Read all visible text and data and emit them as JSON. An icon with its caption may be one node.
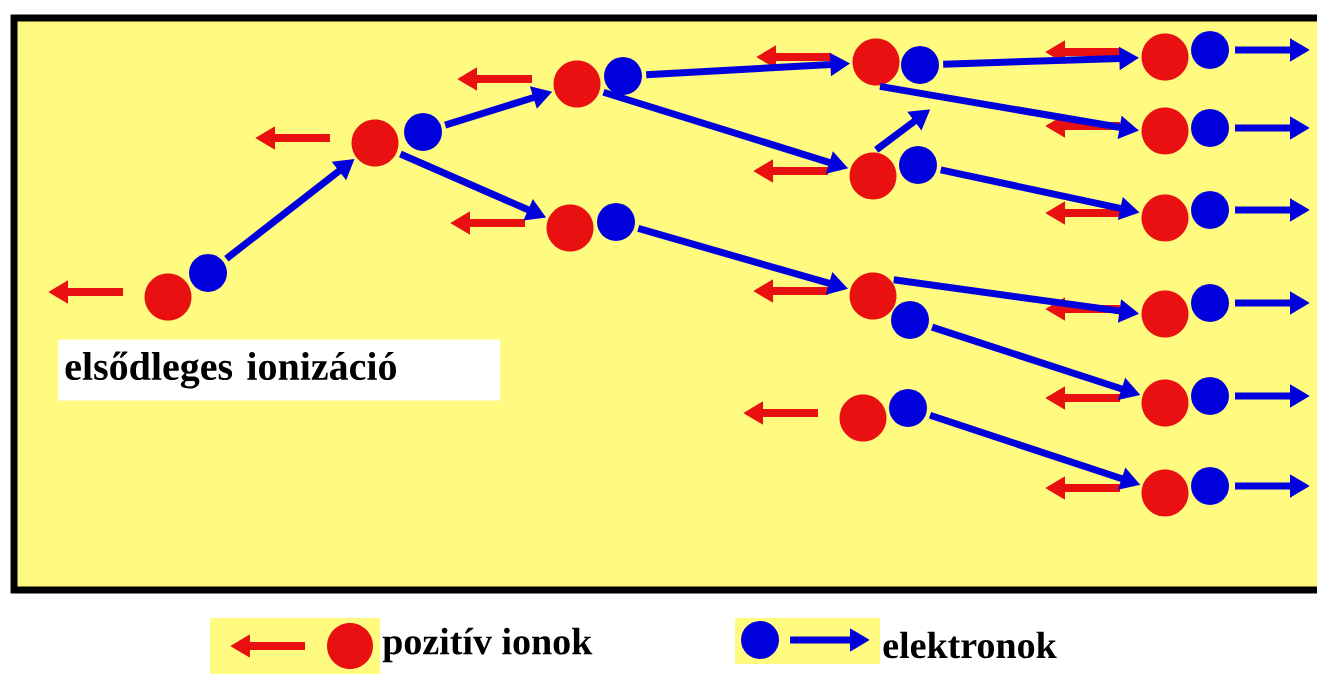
{
  "diagram": {
    "nodes": [
      {
        "text": [],
        "shape": "circle"
      },
      {
        "text": [],
        "shape": "circle"
      },
      {
        "text": [],
        "shape": "circle"
      },
      {
        "text": [],
        "shape": "circle"
      },
      {
        "text": [],
        "shape": "circle"
      },
      {
        "text": [],
        "shape": "circle"
      },
      {
        "text": [],
        "shape": "circle"
      },
      {
        "text": [],
        "shape": "circle"
      },
      {
        "text": [],
        "shape": "circle"
      },
      {
        "text": [],
        "shape": "circle"
      },
      {
        "text": [],
        "shape": "circle"
      },
      {
        "text": [],
        "shape": "circle"
      },
      {
        "text": [],
        "shape": "circle"
      },
      {
        "text": [],
        "shape": "circle"
      },
      {
        "text": [],
        "shape": "circle"
      },
      {
        "text": [],
        "shape": "circle"
      },
      {
        "text": [],
        "shape": "circle"
      },
      {
        "text": [],
        "shape": "circle"
      },
      {
        "text": [],
        "shape": "circle"
      },
      {
        "text": [],
        "shape": "circle"
      },
      {
        "text": [],
        "shape": "circle"
      },
      {
        "text": [],
        "shape": "circle"
      },
      {
        "text": [],
        "shape": "circle"
      },
      {
        "text": [],
        "shape": "circle"
      },
      {
        "text": [],
        "shape": "circle"
      },
      {
        "text": [],
        "shape": "circle"
      },
      {
        "text": [],
        "shape": "circle"
      },
      {
        "text": [],
        "shape": "circle"
      }
    ],
    "edges": [
      {
        "from": 1,
        "to": 2,
        "arrow": "to"
      },
      {
        "from": 3,
        "to": 4,
        "arrow": "to"
      },
      {
        "from": 2,
        "to": 6,
        "arrow": "to"
      },
      {
        "from": 5,
        "to": 8,
        "arrow": "to"
      },
      {
        "from": 4,
        "to": 10,
        "arrow": "to"
      },
      {
        "from": 10,
        "to": null,
        "arrow": "to"
      },
      {
        "from": 9,
        "to": 16,
        "arrow": "to"
      },
      {
        "from": 8,
        "to": 18,
        "arrow": "to"
      },
      {
        "from": 11,
        "to": 20,
        "arrow": "to"
      },
      {
        "from": 7,
        "to": 12,
        "arrow": "to"
      },
      {
        "from": 12,
        "to": 22,
        "arrow": "to"
      },
      {
        "from": 13,
        "to": 24,
        "arrow": "to"
      },
      {
        "from": 15,
        "to": 26,
        "arrow": "to"
      }
    ],
    "labels": [
      "elsődleges ionizáció"
    ],
    "legend": [
      {
        "text": "pozitív ionok"
      },
      {
        "text": "elektronok"
      }
    ]
  }
}
